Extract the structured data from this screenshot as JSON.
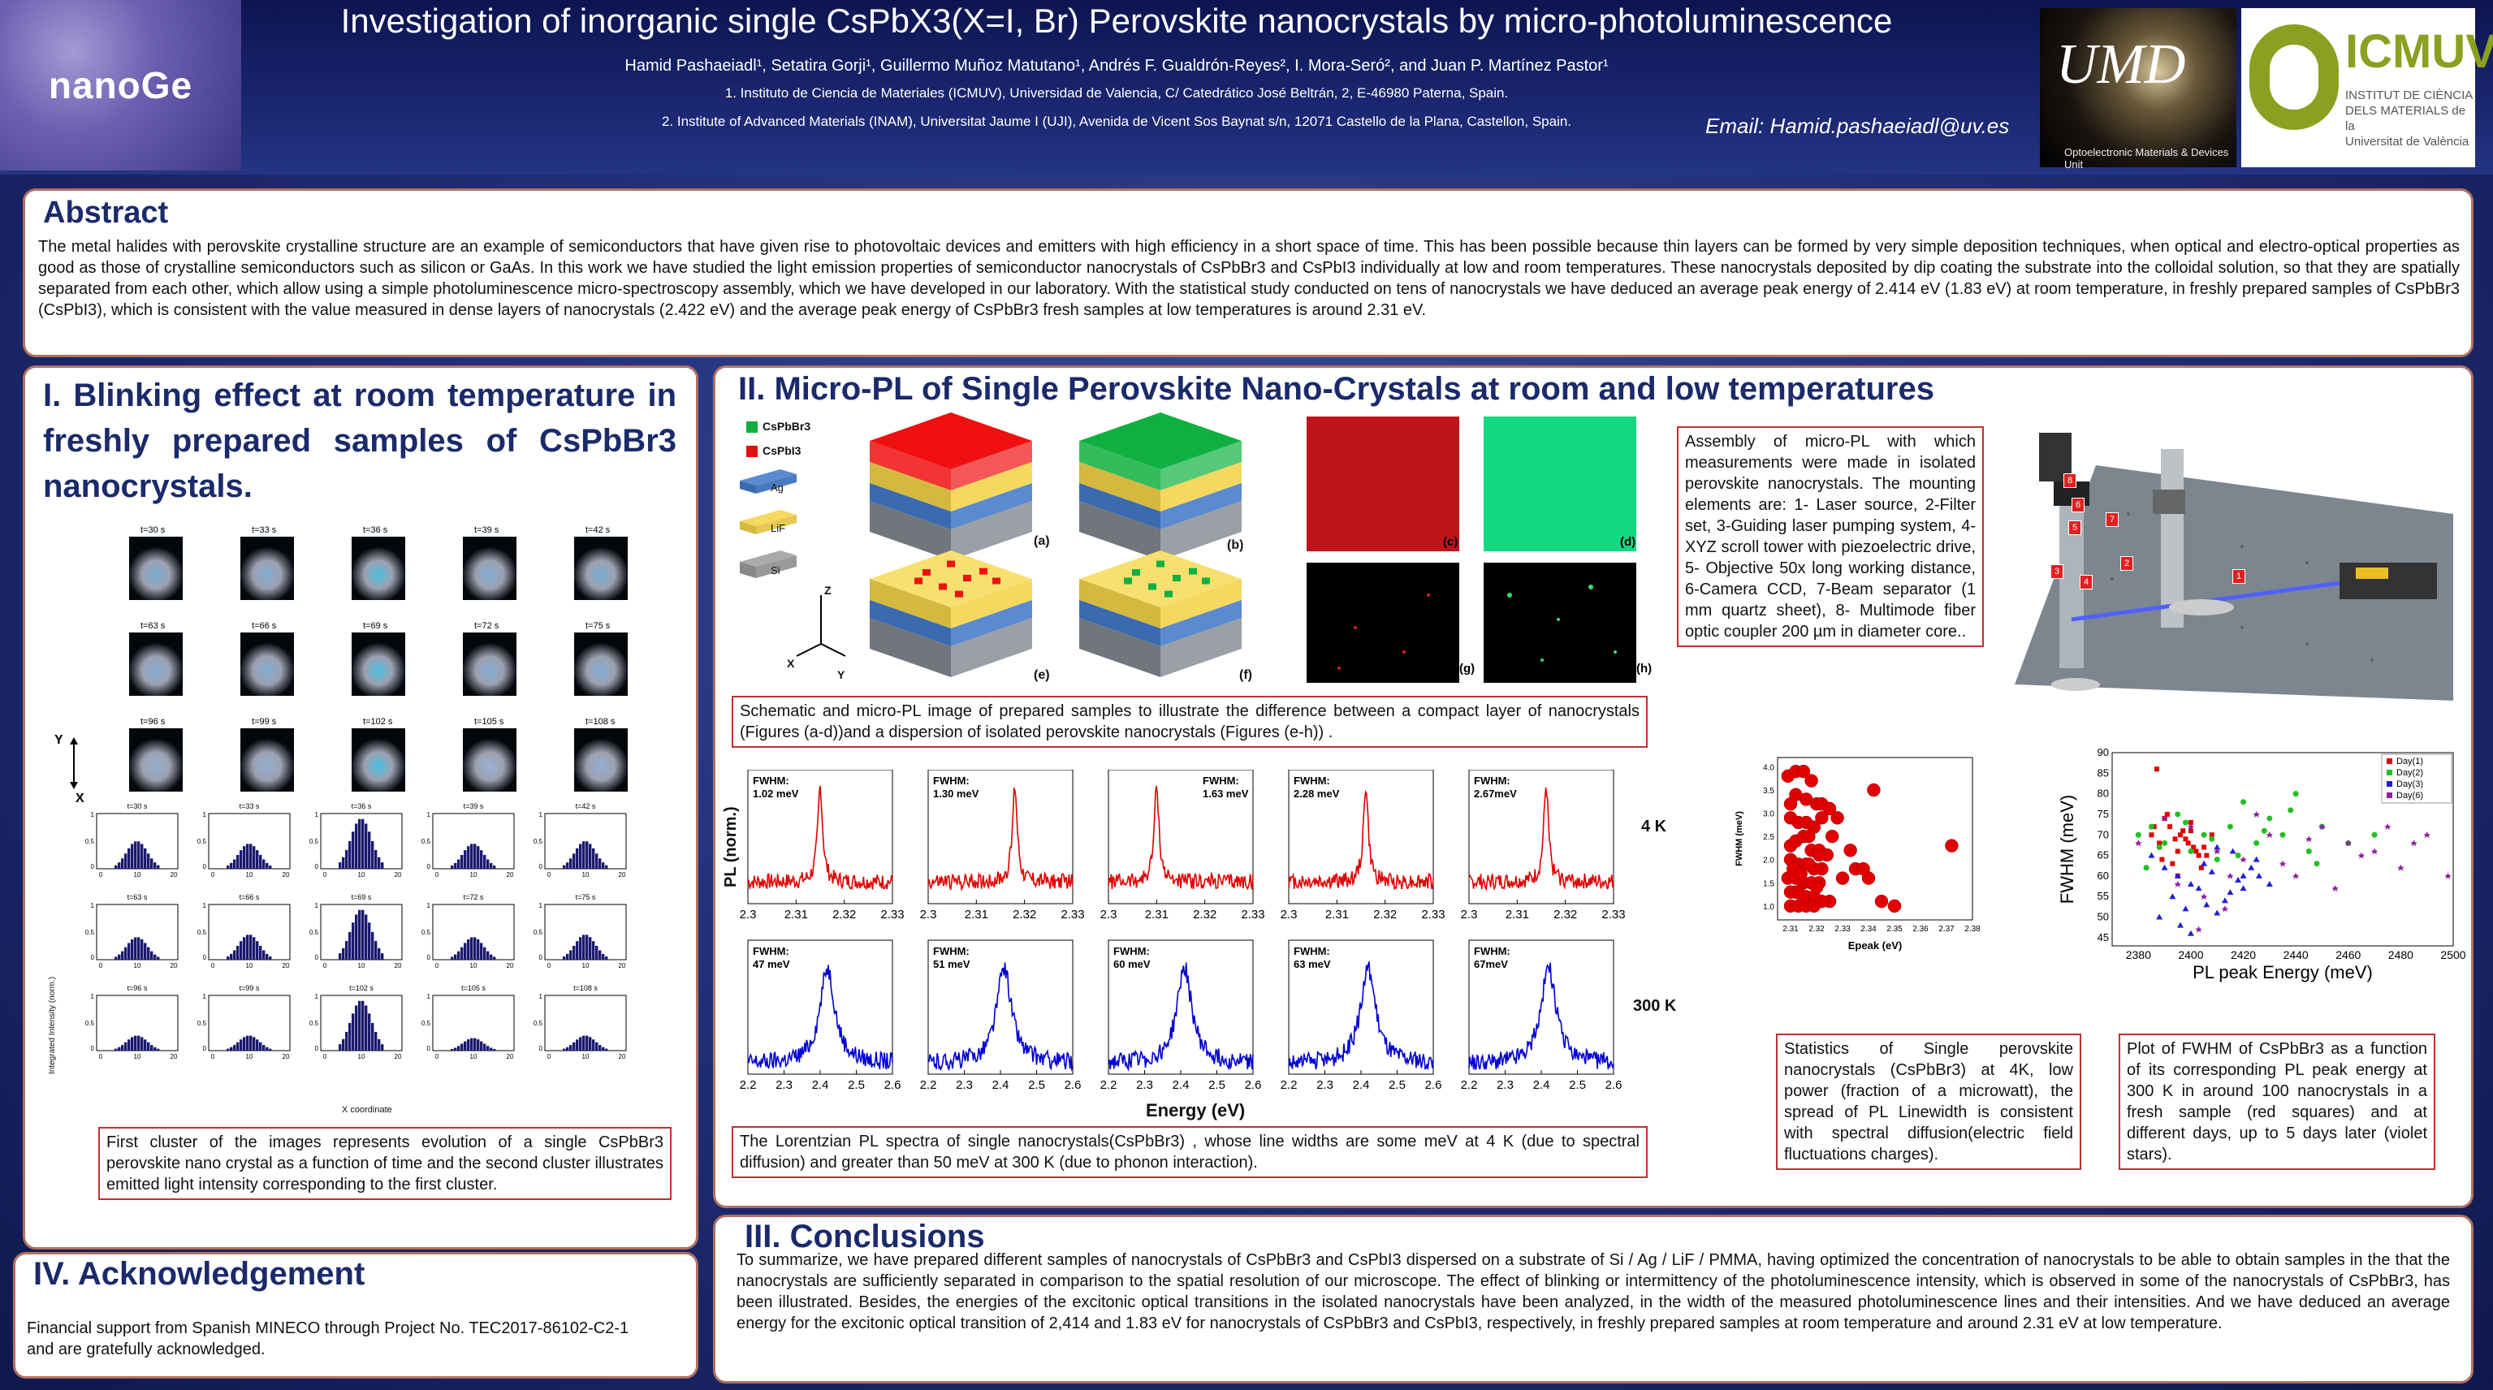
{
  "header": {
    "logo": "nanoGe",
    "title": "Investigation of inorganic single CsPbX3(X=I, Br) Perovskite nanocrystals by micro-photoluminescence",
    "authors": "Hamid Pashaeiadl¹, Setatira Gorji¹, Guillermo Muñoz Matutano¹,  Andrés F. Gualdrón-Reyes², I. Mora-Seró², and Juan P. Martínez Pastor¹",
    "affiliation1": "1. Instituto de Ciencia de Materiales (ICMUV), Universidad de Valencia, C/ Catedrático José Beltrán, 2, E-46980  Paterna, Spain.",
    "affiliation2": "2. Institute of Advanced Materials (INAM), Universitat Jaume I (UJI), Avenida de Vicent Sos Baynat s/n, 12071 Castello de la Plana, Castellon, Spain.",
    "email": "Email:  Hamid.pashaeiadl@uv.es",
    "umd_logo": "UMD",
    "umd_caption": "Optoelectronic Materials & Devices Unit",
    "icmuv_logo": "ICMUV",
    "icmuv_sub": [
      "INSTITUT DE CIÈNCIA",
      "DELS MATERIALS de la",
      "Universitat de València"
    ]
  },
  "abstract": {
    "heading": "Abstract",
    "text": "The metal halides with perovskite crystalline structure are an example of semiconductors that have given rise to photovoltaic devices and emitters with high efficiency in a short space of time. This has been possible because thin layers can be formed by very simple deposition techniques, when optical and electro-optical properties as good as those of crystalline semiconductors such as silicon or GaAs. In this work we have studied the light emission properties of semiconductor nanocrystals of CsPbBr3 and CsPbI3 individually at low and room temperatures. These nanocrystals deposited by dip coating the substrate into the colloidal solution, so that they are spatially separated from each other, which allow using a simple photoluminescence micro-spectroscopy assembly, which we have developed in our laboratory. With the statistical study conducted on tens of nanocrystals we have deduced an average peak energy of 2.414 eV (1.83 eV) at room temperature, in freshly prepared samples of CsPbBr3 (CsPbI3), which is consistent with the value measured in dense layers of nanocrystals (2.422 eV) and the average peak energy of CsPbBr3 fresh samples at low temperatures is around 2.31 eV."
  },
  "section1": {
    "heading": "I.  Blinking  effect  at  room  temperature in freshly prepared  samples of CsPbBr3 nanocrystals.",
    "frame_times": [
      "t=30 s",
      "t=33 s",
      "t=36 s",
      "t=39 s",
      "t=42 s",
      "t=63 s",
      "t=66 s",
      "t=69 s",
      "t=72 s",
      "t=75 s",
      "t=96 s",
      "t=99 s",
      "t=102 s",
      "t=105 s",
      "t=108 s"
    ],
    "axis_y": "Y",
    "axis_x": "X",
    "hist_ylabel": "Integrated Intensity (norm.)",
    "hist_xlabel": "X coordinate",
    "hist_x_ticks": [
      "0",
      "10",
      "20"
    ],
    "hist_y_ticks": [
      "1",
      "0.5",
      "0"
    ],
    "hist_peaks": [
      0.55,
      0.5,
      1.0,
      0.5,
      0.55,
      0.45,
      0.5,
      1.0,
      0.45,
      0.5,
      0.3,
      0.3,
      1.0,
      0.25,
      0.3
    ],
    "caption": "First cluster of the images represents evolution of a single CsPbBr3 perovskite nano crystal as a function of time and the second  cluster illustrates emitted light intensity corresponding to the first cluster."
  },
  "section2": {
    "heading": "II. Micro-PL of Single Perovskite Nano-Crystals at room and low temperatures",
    "legend": {
      "br": "CsPbBr3",
      "i": "CsPbI3",
      "ag": "Ag",
      "lif": "LiF",
      "si": "Si"
    },
    "panel_letters": [
      "(a)",
      "(b)",
      "(c)",
      "(d)",
      "(e)",
      "(f)",
      "(g)",
      "(h)"
    ],
    "axes": {
      "z": "Z",
      "x": "X",
      "y": "Y"
    },
    "schematic_caption": "Schematic and micro-PL image  of prepared samples to illustrate the difference between a compact layer of nanocrystals (Figures (a-d))and a dispersion of isolated perovskite nanocrystals (Figures (e-h)) .",
    "setup_text": "Assembly of micro-PL with which measurements were made in isolated perovskite nanocrystals. The mounting elements are: 1- Laser source, 2-Filter set, 3-Guiding laser pumping system, 4-XYZ scroll tower with piezoelectric drive, 5- Objective 50x long working distance, 6-Camera CCD, 7-Beam separator (1 mm quartz sheet), 8- Multimode fiber optic coupler 200 µm in diameter core..",
    "setup_labels": [
      "8",
      "6",
      "7",
      "5",
      "2",
      "3",
      "4",
      "1"
    ],
    "spectra_caption": "The Lorentzian PL spectra of single nanocrystals(CsPbBr3) , whose line widths are some meV at 4 K (due to spectral diffusion) and greater than 50 meV at 300 K (due to phonon interaction).",
    "stats_caption": "Statistics of Single perovskite nanocrystals (CsPbBr3) at 4K, low power (fraction of a microwatt), the spread of PL Linewidth is consistent with spectral diffusion(electric field fluctuations charges).",
    "fwhm_caption": "Plot of FWHM of CsPbBr3 as a function of its corresponding PL peak energy at 300 K in around 100 nanocrystals in a fresh sample (red squares) and at different days, up to 5 days later (violet stars)."
  },
  "chart_data": [
    {
      "type": "line",
      "title": "",
      "ylabel": "PL (norm.)",
      "xlabel": "Energy (eV)",
      "rows": [
        {
          "label": "4 K",
          "color": "#e00000",
          "xlim": [
            2.3,
            2.33
          ],
          "xticks": [
            "2.3",
            "2.31",
            "2.32",
            "2.33"
          ],
          "panels": [
            {
              "fwhm": "FWHM: 1.02 meV",
              "peak": 2.315
            },
            {
              "fwhm": "FWHM: 1.30 meV",
              "peak": 2.318
            },
            {
              "fwhm": "FWHM: 1.63 meV",
              "peak": 2.31
            },
            {
              "fwhm": "FWHM: 2.28 meV",
              "peak": 2.316
            },
            {
              "fwhm": "FWHM: 2.67meV",
              "peak": 2.316
            }
          ]
        },
        {
          "label": "300 K",
          "color": "#0000d0",
          "xlim": [
            2.2,
            2.6
          ],
          "xticks": [
            "2.2",
            "2.3",
            "2.4",
            "2.5",
            "2.6"
          ],
          "panels": [
            {
              "fwhm": "FWHM: 47 meV",
              "peak": 2.42
            },
            {
              "fwhm": "FWHM: 51 meV",
              "peak": 2.41
            },
            {
              "fwhm": "FWHM: 60 meV",
              "peak": 2.41
            },
            {
              "fwhm": "FWHM: 63 meV",
              "peak": 2.42
            },
            {
              "fwhm": "FWHM: 67meV",
              "peak": 2.42
            }
          ]
        }
      ]
    },
    {
      "type": "scatter",
      "xlabel": "Epeak (eV)",
      "ylabel": "FWHM (meV)",
      "xlim": [
        2.305,
        2.38
      ],
      "ylim": [
        0.7,
        4.2
      ],
      "xticks": [
        "2.31",
        "2.32",
        "2.33",
        "2.34",
        "2.35",
        "2.36",
        "2.37",
        "2.38"
      ],
      "yticks": [
        "1.0",
        "1.5",
        "2.0",
        "2.5",
        "3.0",
        "3.5",
        "4.0"
      ],
      "x": [
        2.309,
        2.312,
        2.315,
        2.318,
        2.31,
        2.312,
        2.316,
        2.32,
        2.322,
        2.325,
        2.31,
        2.313,
        2.316,
        2.319,
        2.322,
        2.31,
        2.312,
        2.315,
        2.318,
        2.321,
        2.324,
        2.31,
        2.313,
        2.316,
        2.319,
        2.322,
        2.309,
        2.312,
        2.315,
        2.318,
        2.321,
        2.31,
        2.313,
        2.316,
        2.319,
        2.325,
        2.33,
        2.335,
        2.34,
        2.345,
        2.31,
        2.313,
        2.316,
        2.319,
        2.322,
        2.311,
        2.314,
        2.317,
        2.32,
        2.328,
        2.333,
        2.338,
        2.35,
        2.372,
        2.317,
        2.321,
        2.326,
        2.312,
        2.315,
        2.342
      ],
      "y": [
        3.8,
        3.9,
        3.9,
        3.7,
        3.2,
        3.4,
        3.3,
        3.2,
        3.2,
        3.1,
        2.9,
        2.8,
        2.8,
        2.7,
        2.9,
        2.3,
        2.4,
        2.5,
        2.2,
        2.2,
        2.1,
        2.0,
        1.9,
        1.9,
        1.8,
        1.8,
        1.6,
        1.6,
        1.5,
        1.5,
        1.5,
        1.3,
        1.3,
        1.2,
        1.2,
        1.1,
        1.6,
        1.8,
        1.6,
        1.1,
        1.0,
        1.0,
        1.0,
        1.0,
        1.1,
        1.8,
        1.7,
        1.9,
        1.4,
        2.9,
        2.2,
        1.8,
        1.0,
        2.3,
        2.5,
        2.1,
        2.5,
        1.3,
        1.2,
        3.5
      ],
      "color": "#e00000"
    },
    {
      "type": "scatter",
      "xlabel": "PL peak Energy (meV)",
      "ylabel": "FWHM (meV)",
      "xlim": [
        2370,
        2500
      ],
      "ylim": [
        43,
        90
      ],
      "xticks": [
        "2380",
        "2400",
        "2420",
        "2440",
        "2460",
        "2480",
        "2500"
      ],
      "yticks": [
        "45",
        "50",
        "55",
        "60",
        "65",
        "70",
        "75",
        "80",
        "85",
        "90"
      ],
      "series": [
        {
          "name": "Day(1)",
          "color": "#e00000",
          "x": [
            2385,
            2388,
            2392,
            2395,
            2398,
            2400,
            2403,
            2405,
            2390,
            2393,
            2396,
            2399,
            2402,
            2386,
            2389,
            2394,
            2397,
            2401,
            2404,
            2408,
            2391,
            2395,
            2400,
            2406,
            2387
          ],
          "y": [
            70,
            68,
            72,
            66,
            69,
            71,
            65,
            67,
            74,
            63,
            70,
            68,
            66,
            72,
            64,
            69,
            71,
            67,
            62,
            70,
            75,
            60,
            73,
            65,
            86
          ]
        },
        {
          "name": "Day(2)",
          "color": "#20c020",
          "x": [
            2380,
            2385,
            2390,
            2395,
            2400,
            2405,
            2410,
            2415,
            2420,
            2425,
            2430,
            2435,
            2440,
            2445,
            2450,
            2383,
            2388,
            2398,
            2408,
            2418,
            2428,
            2438,
            2448,
            2460,
            2470
          ],
          "y": [
            70,
            72,
            68,
            75,
            66,
            70,
            64,
            72,
            78,
            68,
            74,
            70,
            80,
            66,
            72,
            62,
            67,
            73,
            69,
            65,
            71,
            76,
            63,
            68,
            70
          ]
        },
        {
          "name": "Day(3)",
          "color": "#2020d0",
          "x": [
            2385,
            2390,
            2395,
            2400,
            2405,
            2410,
            2415,
            2420,
            2425,
            2430,
            2393,
            2398,
            2403,
            2408,
            2413,
            2418,
            2423,
            2388,
            2396,
            2406,
            2416,
            2426,
            2400,
            2410,
            2420
          ],
          "y": [
            65,
            62,
            60,
            58,
            63,
            67,
            56,
            60,
            64,
            58,
            55,
            52,
            57,
            61,
            54,
            59,
            62,
            50,
            48,
            53,
            66,
            60,
            46,
            51,
            57
          ]
        },
        {
          "name": "Day(6)",
          "color": "#9020a0",
          "x": [
            2380,
            2390,
            2400,
            2410,
            2420,
            2430,
            2440,
            2450,
            2460,
            2470,
            2480,
            2490,
            2395,
            2405,
            2415,
            2425,
            2435,
            2445,
            2455,
            2465,
            2475,
            2485,
            2498,
            2403,
            2413
          ],
          "y": [
            68,
            74,
            72,
            66,
            64,
            70,
            60,
            72,
            68,
            66,
            62,
            70,
            58,
            55,
            60,
            75,
            63,
            69,
            57,
            65,
            72,
            68,
            60,
            47,
            52
          ]
        }
      ]
    }
  ],
  "conclusions": {
    "heading": "III. Conclusions",
    "text": "To summarize, we have prepared different samples of nanocrystals of CsPbBr3 and CsPbI3 dispersed on a substrate of Si / Ag / LiF / PMMA, having optimized the concentration of nanocrystals to be able to obtain samples in the that the nanocrystals are sufficiently separated in comparison to the spatial resolution of our microscope. The effect of blinking or intermittency of the photoluminescence intensity, which is observed in some of the nanocrystals of CsPbBr3, has been illustrated. Besides, the energies of the excitonic optical transitions in the isolated nanocrystals have been analyzed, in the width of the measured photoluminescence lines and their intensities. And we have deduced an average energy for the excitonic optical transition of 2,414 and 1.83 eV for nanocrystals of CsPbBr3 and CsPbI3, respectively, in freshly prepared samples at room temperature and around 2.31 eV at low temperature."
  },
  "acknowledgement": {
    "heading": "IV. Acknowledgement",
    "text": "Financial support from Spanish MINECO through Project No. TEC2017-86102-C2-1 and are gratefully acknowledged."
  }
}
